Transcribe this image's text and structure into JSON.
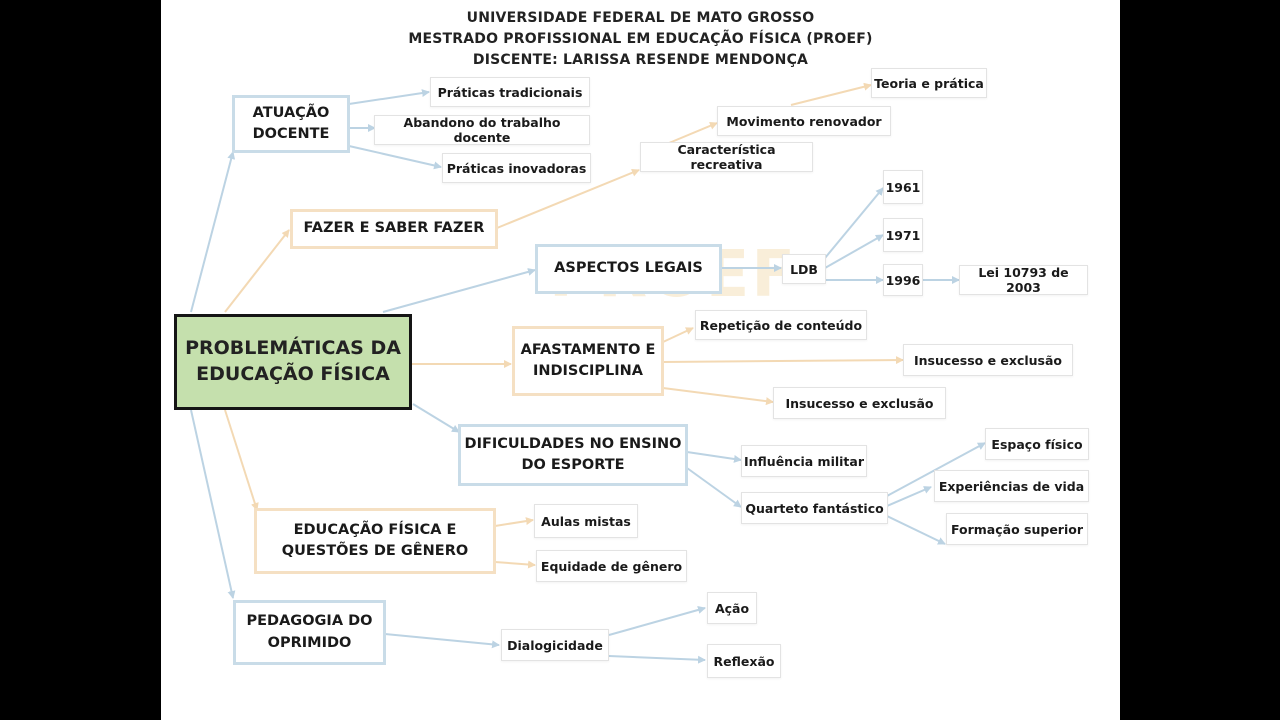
{
  "header": {
    "line1": "UNIVERSIDADE FEDERAL DE MATO GROSSO",
    "line2": "MESTRADO PROFISSIONAL EM EDUCAÇÃO FÍSICA (PROEF)",
    "line3": "DISCENTE: LARISSA RESENDE MENDONÇA"
  },
  "watermark": "PROEF",
  "central": "PROBLEMÁTICAS DA EDUCAÇÃO FÍSICA",
  "branches": {
    "atuacao": "ATUAÇÃO DOCENTE",
    "fazer": "FAZER E SABER FAZER",
    "legais": "ASPECTOS LEGAIS",
    "afastamento": "AFASTAMENTO E INDISCIPLINA",
    "dificuldades": "DIFICULDADES NO ENSINO DO ESPORTE",
    "genero": "EDUCAÇÃO FÍSICA E QUESTÕES DE GÊNERO",
    "pedagogia": "PEDAGOGIA DO OPRIMIDO"
  },
  "leaves": {
    "praticas_tradicionais": "Práticas tradicionais",
    "abandono": "Abandono do trabalho docente",
    "praticas_inovadoras": "Práticas inovadoras",
    "caracteristica_recreativa": "Característica recreativa",
    "movimento_renovador": "Movimento renovador",
    "teoria_pratica": "Teoria e prática",
    "ldb": "LDB",
    "y1961": "1961",
    "y1971": "1971",
    "y1996": "1996",
    "lei": "Lei 10793 de 2003",
    "repeticao": "Repetição de conteúdo",
    "insucesso1": "Insucesso e exclusão",
    "insucesso2": "Insucesso e exclusão",
    "influencia": "Influência militar",
    "quarteto": "Quarteto fantástico",
    "espaco": "Espaço físico",
    "experiencias": "Experiências de vida",
    "formacao": "Formação superior",
    "aulas_mistas": "Aulas mistas",
    "equidade": "Equidade de gênero",
    "dialogicidade": "Dialogicidade",
    "acao": "Ação",
    "reflexao": "Reflexão"
  },
  "colors": {
    "blue_border": "#c9dce8",
    "peach_border": "#f5e0c3",
    "central_fill": "#c5e0ad",
    "central_border": "#151515",
    "blue_wire": "#bcd3e3",
    "peach_wire": "#f3d9b4"
  }
}
